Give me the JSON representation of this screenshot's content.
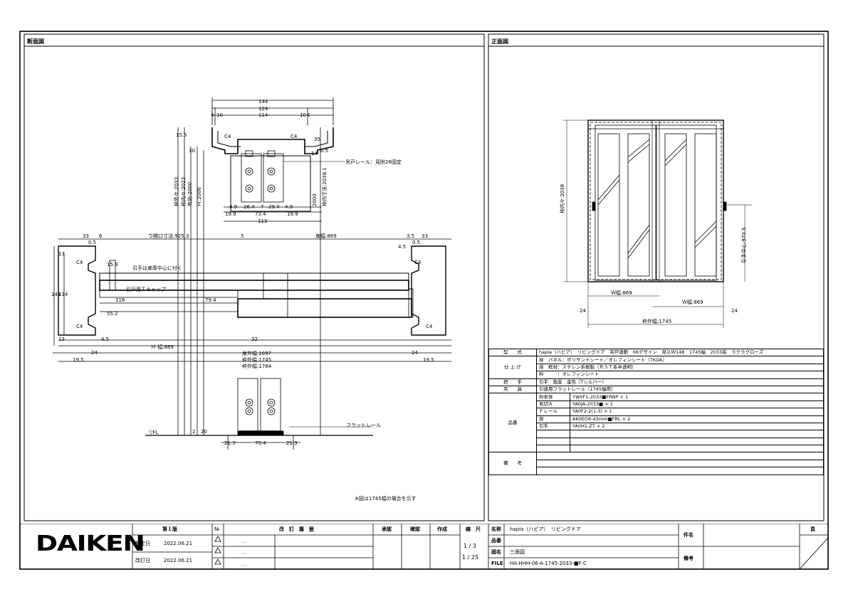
{
  "panels": {
    "left_title": "断面図",
    "right_title": "正面図"
  },
  "section_top": {
    "dims": [
      "144",
      "124",
      "114",
      "4",
      "10",
      "10",
      "4"
    ],
    "c4_left": "C4",
    "c4_right": "C4",
    "top_rail_label": "吊戸レール：見附26固定",
    "height_dims": [
      "15.5",
      "30",
      "14",
      "0.5",
      "35"
    ],
    "vertical_labels": [
      "枠外々:2033",
      "枠内々:2023",
      "有効:2000",
      "Ｈ:2006"
    ],
    "right_vertical_label": "枠内寸法:2038.1",
    "bottom_dims": [
      "4.9",
      "26.4",
      "7",
      "29.4",
      "4.9",
      "19.9",
      "73.4",
      "19.9",
      "113"
    ],
    "h_2000": "2000"
  },
  "section_mid": {
    "left_dims": [
      "33",
      "6",
      "0.5"
    ],
    "top_label": "ウ開口寸法:925.3",
    "right_dims": [
      "3.5",
      "33",
      "0.5",
      "4.5"
    ],
    "h_label": "扉幅:869",
    "left_c4": "C4",
    "right_c4": "C4",
    "label_hikite": "引手は扉厚中心に付く",
    "label_cap": "引戸用Ｔキャップ",
    "vert_dims": [
      "13",
      "144",
      "114",
      "15.9",
      "13",
      "55.2",
      "118",
      "4.5"
    ],
    "center_dim": "79.4",
    "small_dims": [
      "5",
      "6"
    ],
    "dim_32": "32",
    "bottom_h1": "Ｈ 幅:869",
    "bottom_h2": "扉外幅:1697",
    "bottom_h3": "枠外幅:1745",
    "bottom_h4": "枠外幅:1784",
    "side_24_l": "24",
    "side_24_r": "24",
    "side_19_l": "19.5",
    "side_19_r": "19.5"
  },
  "section_bottom": {
    "fl_label": "▽FL",
    "rail_label": "フラットレール",
    "dims": [
      "21.3",
      "70.4",
      "21.3",
      "2",
      "20"
    ]
  },
  "note": "※図は1745幅の場合を示す",
  "front_view": {
    "height_label": "枠内々:2038",
    "handle_label": "引手中心:970.5",
    "door_w1": "Ｗ幅:869",
    "door_w2": "Ｗ幅:869",
    "side_24_l": "24",
    "side_24_r": "24",
    "total_w": "枠外幅:1745"
  },
  "spec": {
    "rows": [
      {
        "label": "型　　式",
        "value": "hapia（ハピア）　リビングドア　吊戸連動　06デザイン　見込Ｗ148　1745幅　2033高　ラクラクローズ"
      },
      {
        "label": "仕 上 げ",
        "value": "扉　パネル：ポリサンドシート／オレフィンシート（TKDA）"
      },
      {
        "label": "",
        "value": "扉　框材：スチレン系樹脂（ＲＳＴ系半透明）"
      },
      {
        "label": "",
        "value": "枠　　　：オレフィンシート"
      },
      {
        "label": "把　　手",
        "value": "引手　角座　金色（Tシルバー）"
      },
      {
        "label": "吊　　具",
        "value": "引違用フラットレール（1745幅用）"
      }
    ],
    "parts_label": "品番",
    "parts": [
      {
        "name": "枠本体",
        "code": "YW0F1-2033■FRNP × 1"
      },
      {
        "name": "見切Ａ",
        "code": "YA0JA-2033■ × 1"
      },
      {
        "name": "Ｆレール",
        "code": "YA0F2-2(1-3) × 1"
      },
      {
        "name": "扉",
        "code": "AK0EO6-43mm■FRL × 2"
      },
      {
        "name": "引手",
        "code": "YA0H1-ZT × 2"
      },
      {
        "name": "",
        "code": ""
      },
      {
        "name": "",
        "code": ""
      },
      {
        "name": "",
        "code": ""
      }
    ],
    "biko_label": "備　　考"
  },
  "title_block": {
    "logo": "DAIKEN",
    "dai1": "第１版",
    "created_label": "制定日",
    "created_date": "2022.06.21",
    "revised_label": "改訂日",
    "revised_date": "2022.06.21",
    "no_label": "№",
    "rev_header": "改　訂　履　歴",
    "rev_dot": ". .",
    "approve": "承認",
    "check": "確認",
    "make": "作成",
    "scale": "縮　尺",
    "scale1": "1 / 3",
    "scale2": "1 / 25",
    "name_label": "名称",
    "name_value": "hapia（ハピア）　リビングドア",
    "hinban_label": "品番",
    "zumei_label": "図名",
    "zumei_value": "三面図",
    "file_label": "FILE",
    "file_value": "HA-HHH-06-A-1745-2033-■F-C",
    "kenmei": "件名",
    "page": "頁",
    "biko": "備考"
  }
}
